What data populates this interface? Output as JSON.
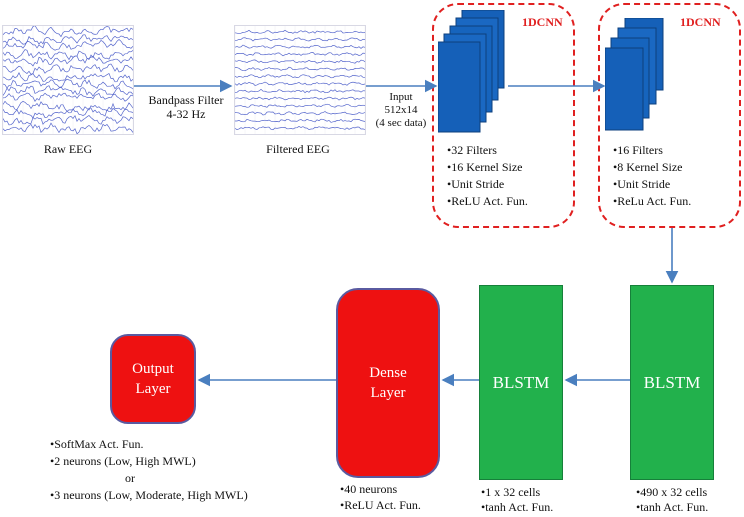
{
  "stage1": {
    "label": "Raw EEG"
  },
  "stage2": {
    "label": "Filtered EEG"
  },
  "filter": {
    "line1": "Bandpass Filter",
    "line2": "4-32 Hz"
  },
  "input": {
    "line1": "Input",
    "line2": "512x14",
    "line3": "(4 sec data)"
  },
  "cnn1": {
    "title": "1DCNN",
    "bullets": [
      "•32 Filters",
      "•16 Kernel  Size",
      "•Unit Stride",
      "•ReLU Act. Fun."
    ]
  },
  "cnn2": {
    "title": "1DCNN",
    "bullets": [
      "•16 Filters",
      "•8 Kernel  Size",
      "•Unit Stride",
      "•ReLu Act. Fun."
    ]
  },
  "blstm2": {
    "label": "BLSTM",
    "bullets": [
      "•490 x 32 cells",
      "•tanh Act. Fun."
    ]
  },
  "blstm1": {
    "label": "BLSTM",
    "bullets": [
      "•1 x 32 cells",
      "•tanh Act. Fun."
    ]
  },
  "dense": {
    "line1": "Dense",
    "line2": "Layer",
    "bullets": [
      "•40 neurons",
      "•ReLU Act. Fun."
    ]
  },
  "output": {
    "line1": "Output",
    "line2": "Layer",
    "notes": [
      "•SoftMax Act. Fun.",
      "•2 neurons (Low, High MWL)",
      "or",
      "•3 neurons (Low, Moderate, High MWL)"
    ]
  },
  "colors": {
    "arrow": "#4a7fbf",
    "cnn": "#1560b8",
    "dashed": "#e02020",
    "blstm": "#22b14c",
    "dense": "#ee1111",
    "eeg_trace": "#5566cc"
  }
}
